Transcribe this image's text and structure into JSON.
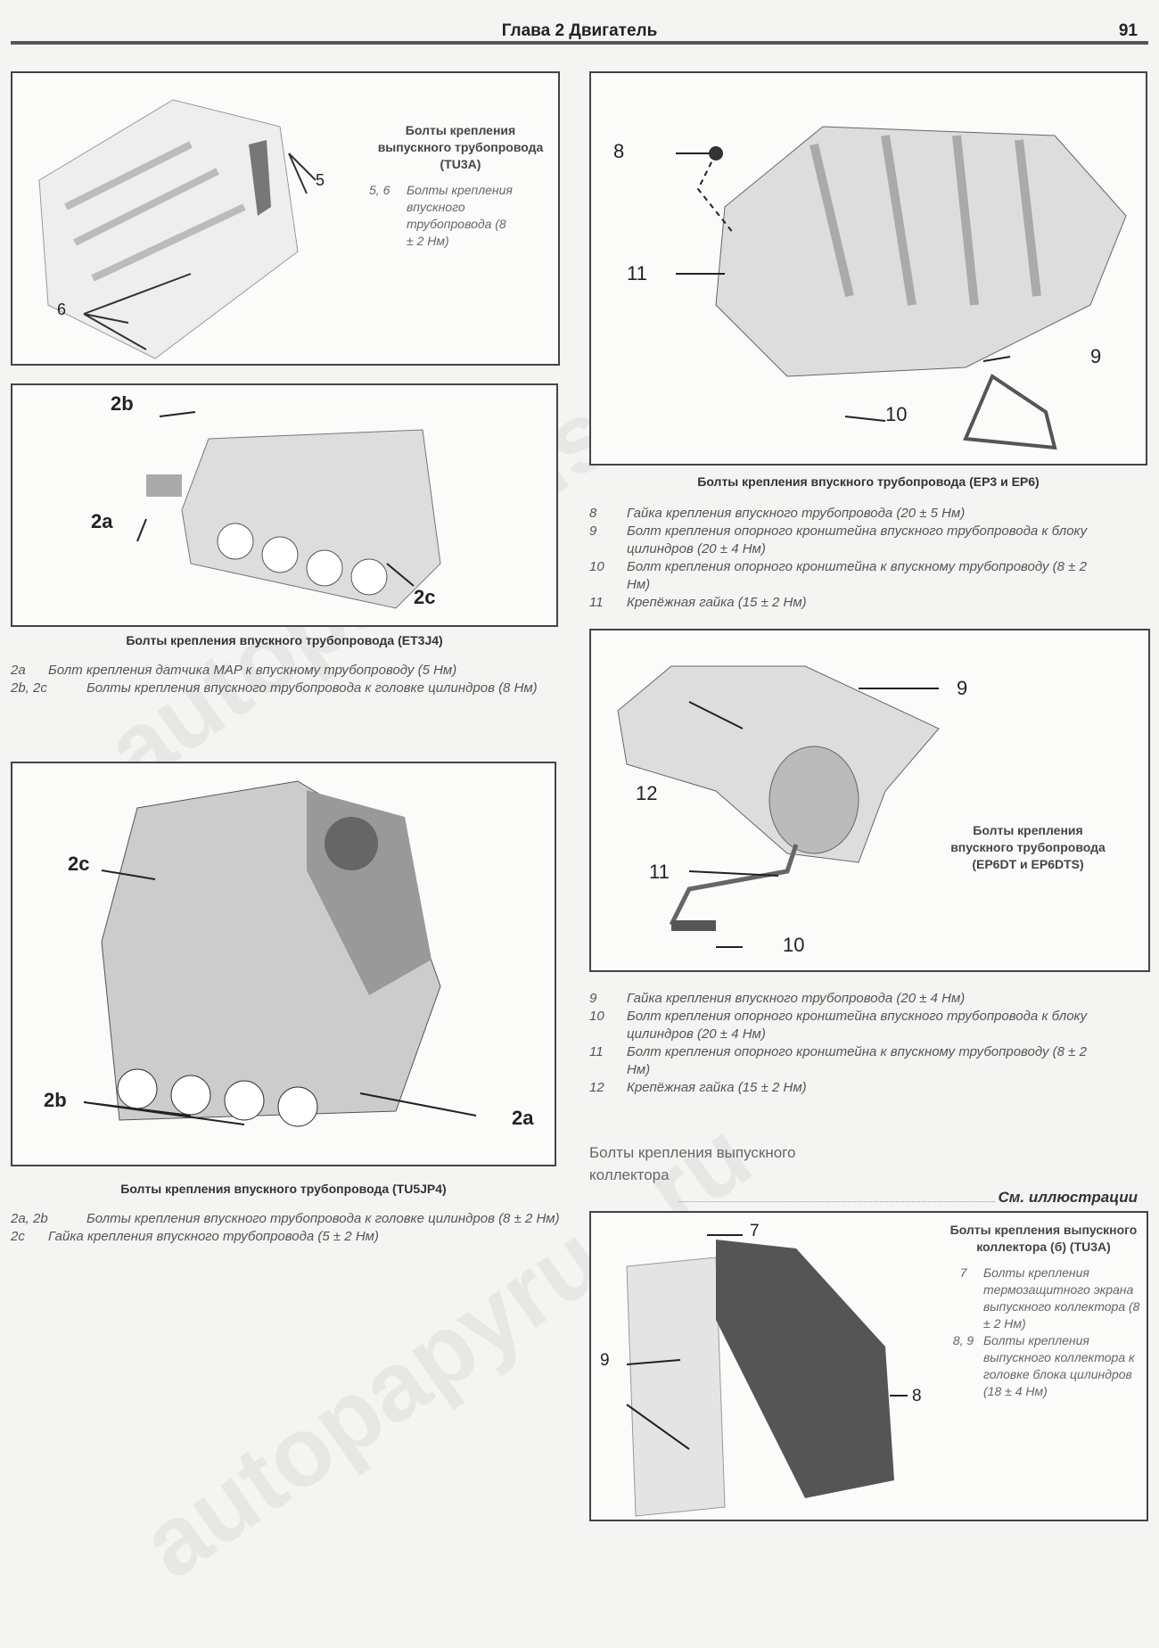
{
  "header": {
    "title": "Глава 2 Двигатель",
    "page": "91"
  },
  "watermark": "autopapyrus.ru",
  "fig_tu3a": {
    "title": "Болты крепления выпускного трубопровода (TU3A)",
    "item_num": "5, 6",
    "item_text": "Болты крепления впускного трубопровода (8 ± 2 Нм)",
    "labels": [
      "5",
      "6"
    ]
  },
  "fig_et3j4": {
    "title": "Болты крепления впускного трубопровода (ET3J4)",
    "labels": [
      "2b",
      "2a",
      "2c"
    ],
    "items": [
      {
        "n": "2a",
        "t": "Болт крепления датчика MAP к впускному трубопроводу (5 Нм)"
      },
      {
        "n": "2b, 2c",
        "t": "Болты крепления впускного трубопровода к головке цилиндров (8 Нм)"
      }
    ]
  },
  "fig_tu5jp4": {
    "title": "Болты крепления впускного трубопровода (TU5JP4)",
    "labels": [
      "2c",
      "2b",
      "2a"
    ],
    "items": [
      {
        "n": "2a, 2b",
        "t": "Болты крепления впускного трубопровода к головке цилиндров (8 ± 2 Нм)"
      },
      {
        "n": "2c",
        "t": "Гайка крепления впускного трубопровода (5 ± 2 Нм)"
      }
    ]
  },
  "fig_ep3": {
    "title": "Болты крепления впускного трубопровода (EP3 и EP6)",
    "labels": [
      "8",
      "11",
      "9",
      "10"
    ],
    "items": [
      {
        "n": "8",
        "t": "Гайка крепления впускного трубопровода (20 ± 5 Нм)"
      },
      {
        "n": "9",
        "t": "Болт крепления опорного кронштейна впускного трубопровода к блоку цилиндров (20 ± 4 Нм)"
      },
      {
        "n": "10",
        "t": "Болт крепления опорного кронштейна к впускному трубопроводу (8 ± 2 Нм)"
      },
      {
        "n": "11",
        "t": "Крепёжная гайка (15 ± 2 Нм)"
      }
    ]
  },
  "fig_ep6dt": {
    "title": "Болты крепления впускного трубопровода (EP6DT и EP6DTS)",
    "labels": [
      "9",
      "12",
      "11",
      "10"
    ],
    "items": [
      {
        "n": "9",
        "t": "Гайка крепления впускного трубопровода (20 ± 4 Нм)"
      },
      {
        "n": "10",
        "t": "Болт крепления опорного кронштейна впускного трубопровода к блоку цилиндров (20 ± 4 Нм)"
      },
      {
        "n": "11",
        "t": "Болт крепления опорного кронштейна к впускному трубопроводу (8 ± 2 Нм)"
      },
      {
        "n": "12",
        "t": "Крепёжная гайка (15 ± 2 Нм)"
      }
    ]
  },
  "exhaust_spec": {
    "label": "Болты крепления выпускного коллектора",
    "value": "См. иллюстрации"
  },
  "fig_exh": {
    "title": "Болты крепления выпускного коллектора (б) (TU3A)",
    "labels": [
      "7",
      "9",
      "8"
    ],
    "items": [
      {
        "n": "7",
        "t": "Болты крепления термозащитного экрана выпускного коллектора (8 ± 2 Нм)"
      },
      {
        "n": "8, 9",
        "t": "Болты крепления выпускного коллектора к головке блока цилиндров (18 ± 4 Нм)"
      }
    ]
  }
}
